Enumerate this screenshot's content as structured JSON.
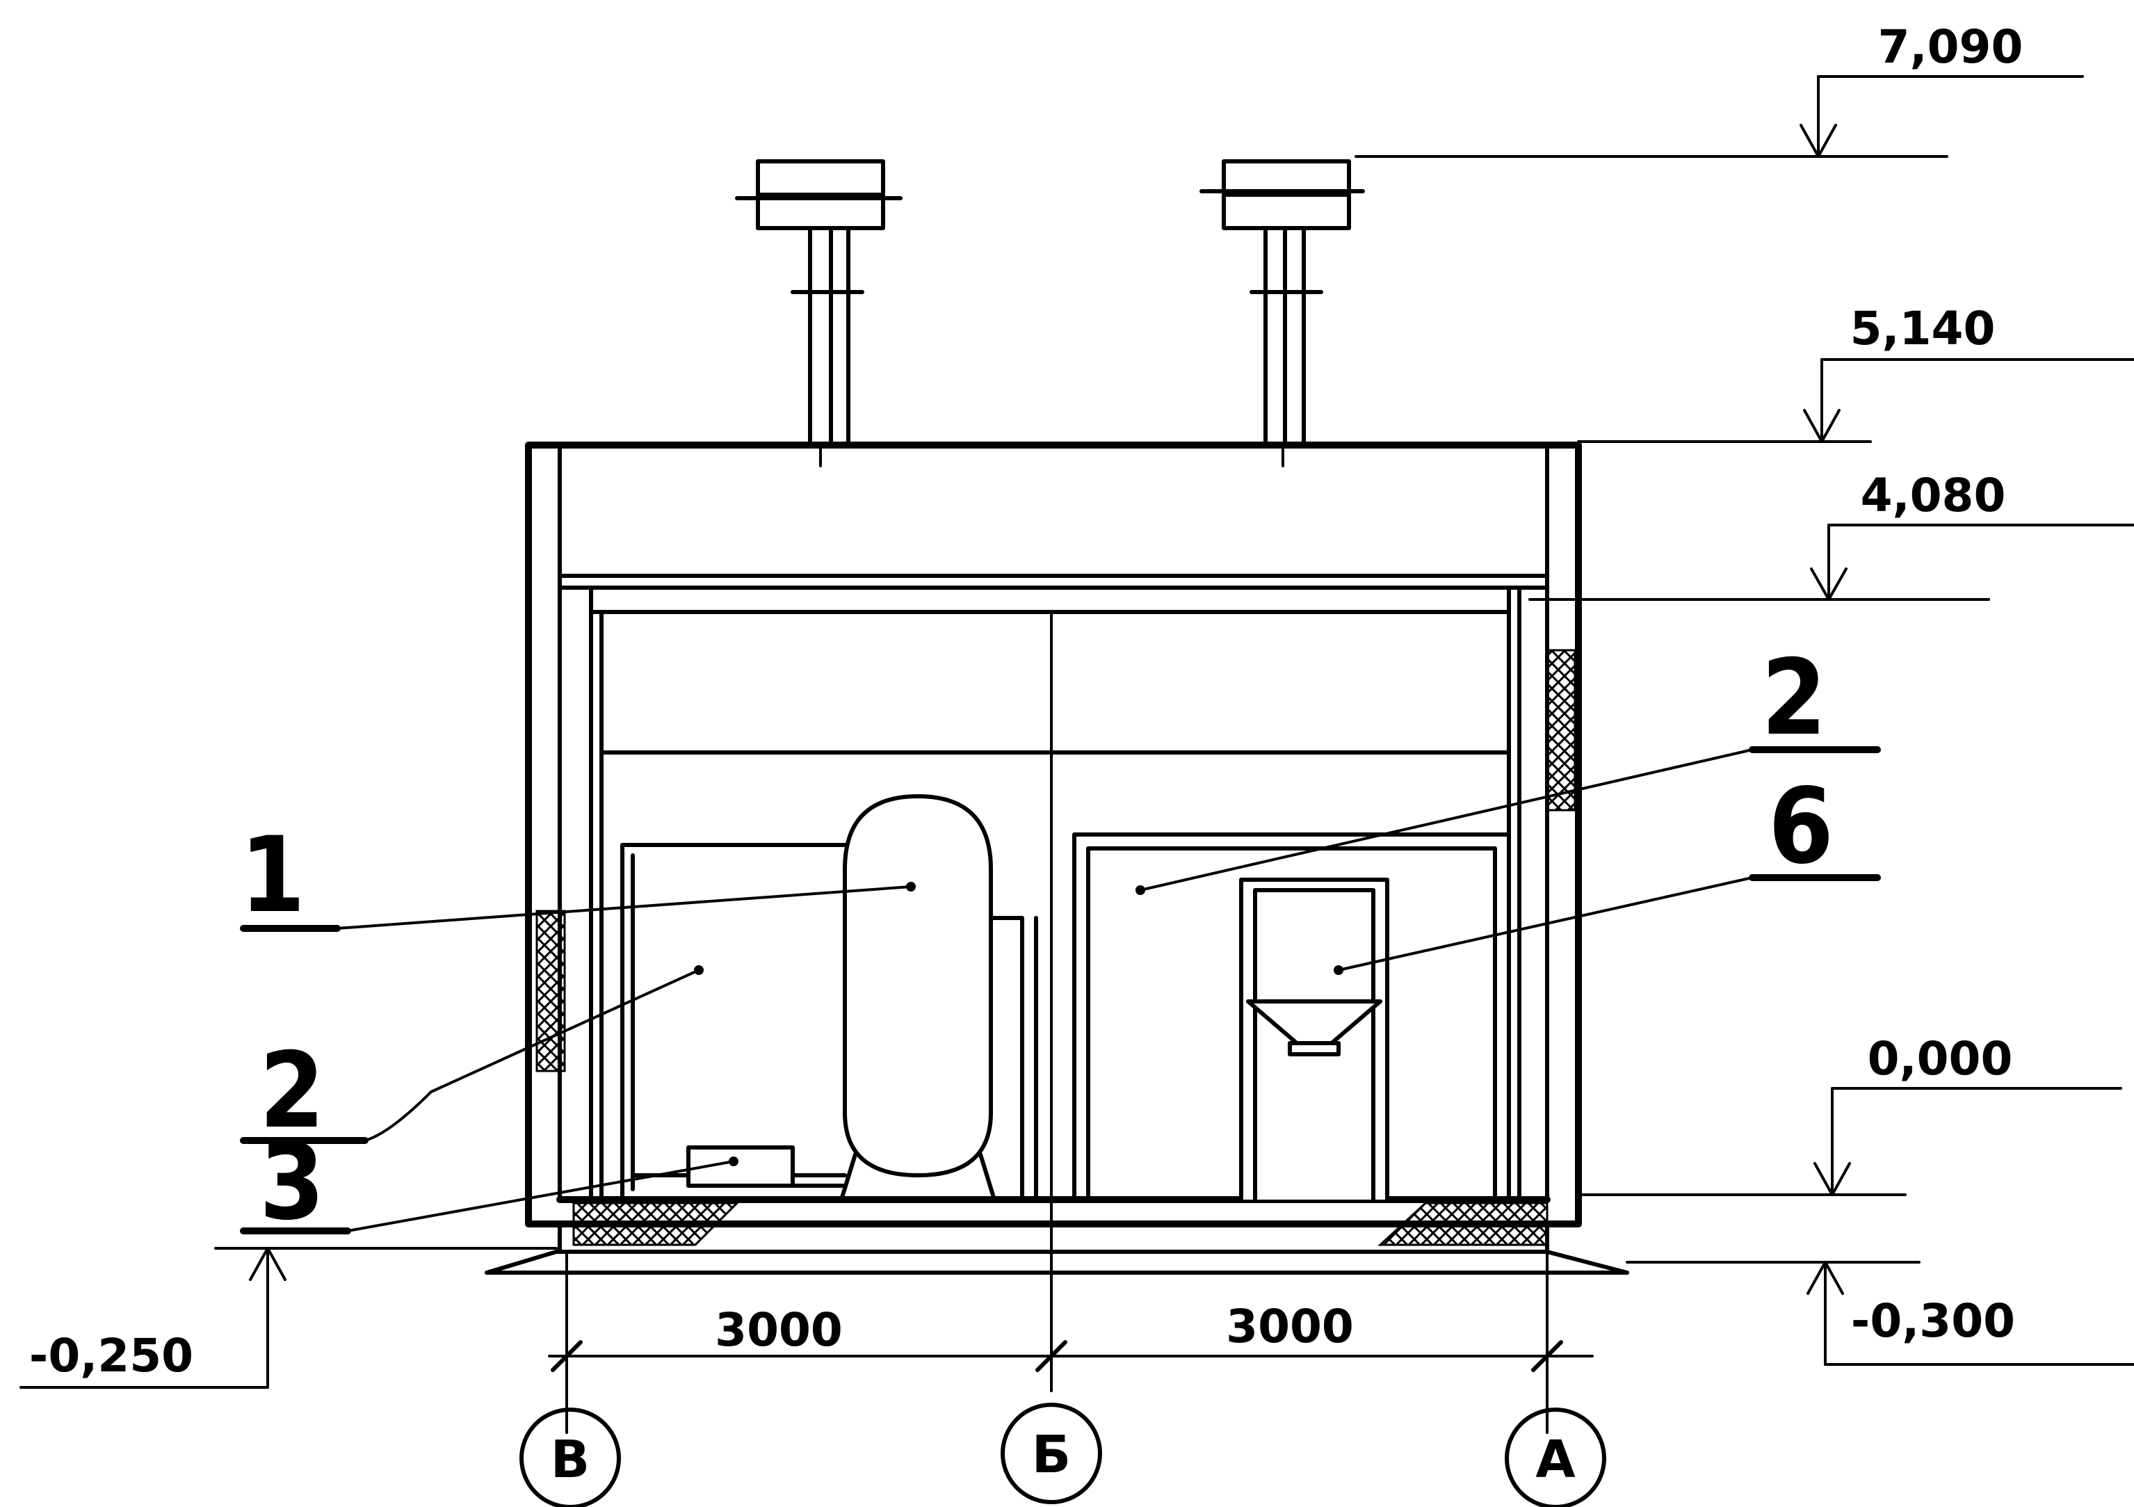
{
  "elevations": {
    "e_7090": "7,090",
    "e_5140": "5,140",
    "e_4080": "4,080",
    "e_0000": "0,000",
    "e_m0300": "-0,300",
    "e_m0250": "-0,250"
  },
  "dimensions": {
    "left_span": "3000",
    "right_span": "3000"
  },
  "axes": {
    "left": "В",
    "middle": "Б",
    "right": "А"
  },
  "position_labels": {
    "p1": "1",
    "p2_left": "2",
    "p3": "3",
    "p2_right": "2",
    "p6": "6"
  },
  "colors": {
    "line": "#000000",
    "background": "#ffffff"
  }
}
